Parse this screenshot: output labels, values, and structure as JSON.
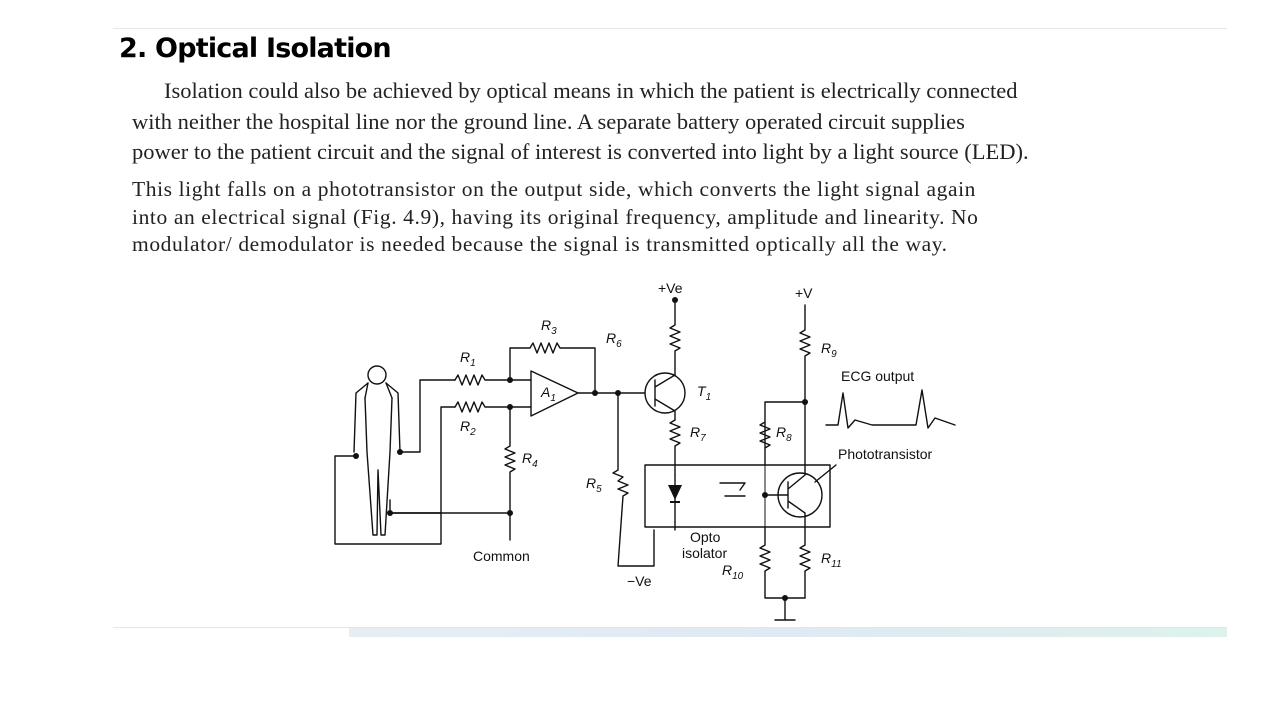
{
  "section_title": "2. Optical Isolation",
  "paragraph1": [
    "Isolation could also be achieved by optical means in which the patient is electrically connected",
    "with neither the hospital line nor the ground line. A separate battery operated circuit supplies",
    "power to the patient circuit and the signal of interest is converted into light by a light source (LED)."
  ],
  "paragraph2": [
    "This light falls on a phototransistor on the output side, which converts the light signal again",
    "into an electrical signal (Fig. 4.9), having its original frequency, amplitude and linearity. No",
    "modulator/ demodulator is needed because the signal is transmitted optically all the way."
  ],
  "diagram": {
    "supply_pos": "+Ve",
    "supply_v": "+V",
    "supply_neg": "−Ve",
    "amplifier": "A",
    "amplifier_sub": "1",
    "transistor": "T",
    "transistor_sub": "1",
    "resistors": {
      "r1": "1",
      "r2": "2",
      "r3": "3",
      "r4": "4",
      "r5": "5",
      "r6": "6",
      "r7": "7",
      "r8": "8",
      "r9": "9",
      "r10": "10",
      "r11": "11"
    },
    "resistor_prefix": "R",
    "common": "Common",
    "ecg_output": "ECG output",
    "phototransistor": "Phototransistor",
    "opto_line1": "Opto",
    "opto_line2": "isolator"
  }
}
